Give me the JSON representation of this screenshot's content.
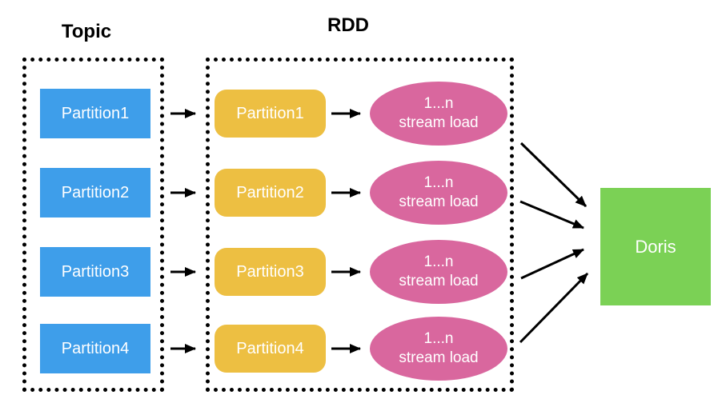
{
  "diagram": {
    "topic": {
      "title": "Topic",
      "partitions": [
        "Partition1",
        "Partition2",
        "Partition3",
        "Partition4"
      ]
    },
    "rdd": {
      "title": "RDD",
      "partitions": [
        "Partition1",
        "Partition2",
        "Partition3",
        "Partition4"
      ],
      "stream_load": {
        "line1": "1...n",
        "line2": "stream load"
      }
    },
    "doris": {
      "label": "Doris"
    },
    "colors": {
      "topic_partition": "#3E9EEA",
      "rdd_partition": "#EDBF42",
      "stream_load_ellipse": "#D9679E",
      "doris_box": "#7BD155",
      "dotted_border": "#000000",
      "arrow": "#000000"
    }
  }
}
